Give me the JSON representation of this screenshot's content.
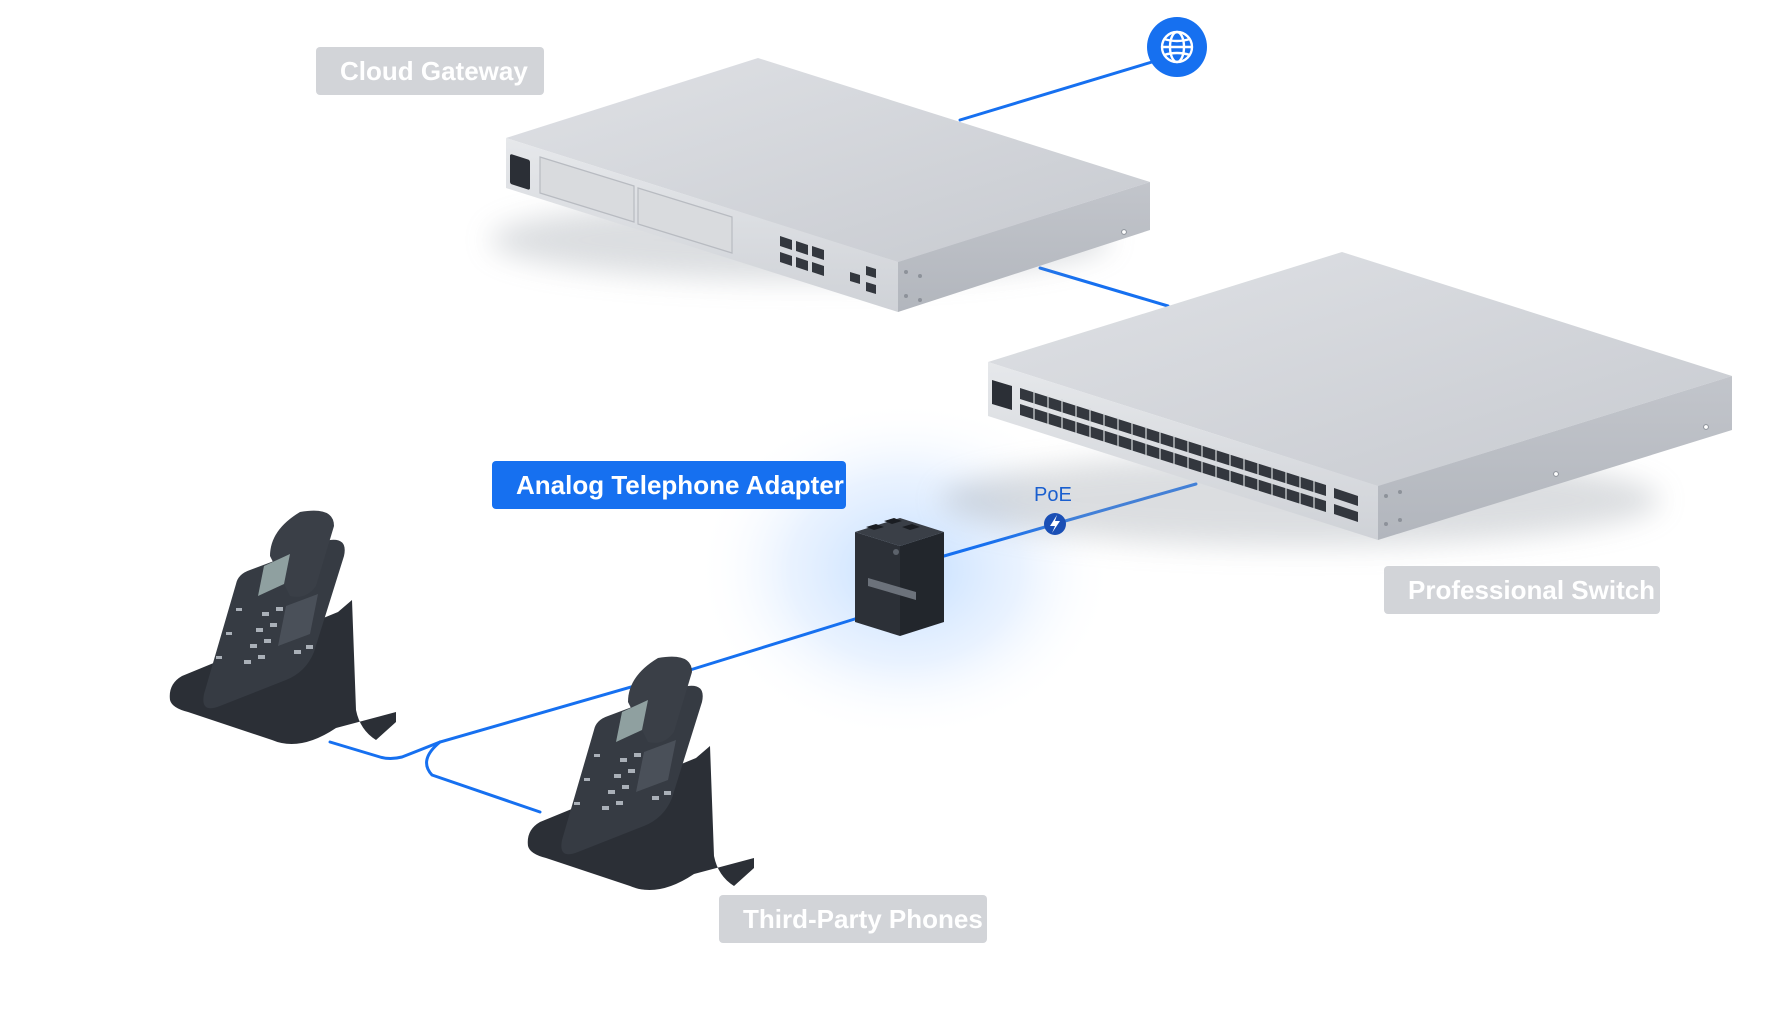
{
  "labels": {
    "cloud_gateway": "Cloud Gateway",
    "professional_switch": "Professional Switch",
    "analog_telephone_adapter": "Analog Telephone Adapter",
    "third_party_phones": "Third-Party Phones",
    "poe": "PoE"
  },
  "icons": {
    "internet": "globe-icon",
    "power": "lightning-bolt-icon"
  },
  "colors": {
    "link": "#1670f0",
    "accent_label": "#1670f0",
    "neutral_label": "#d2d4d8",
    "device_body": "#c9ccd1",
    "phone_body": "#2b2f36"
  }
}
